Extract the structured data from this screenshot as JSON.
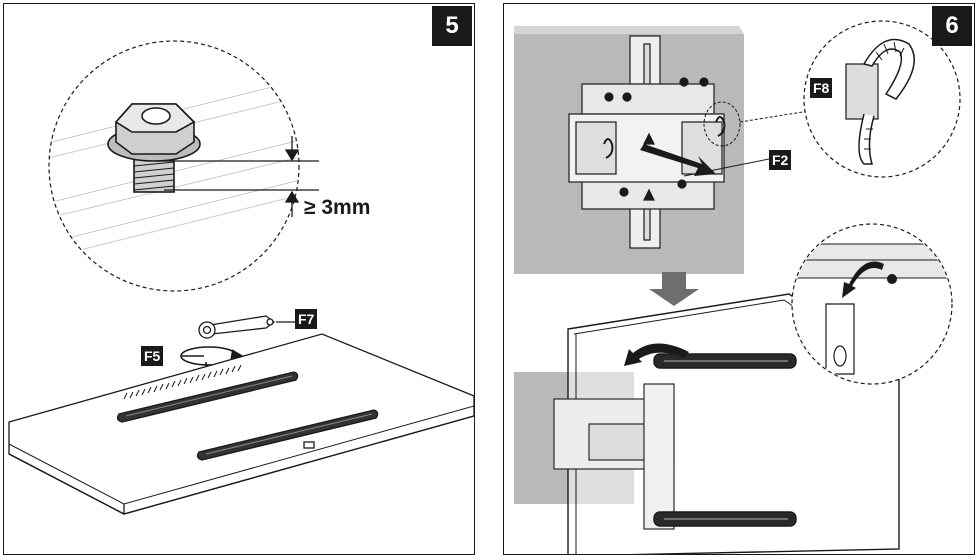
{
  "steps": [
    {
      "number": "5"
    },
    {
      "number": "6"
    }
  ],
  "labels": {
    "f5": "F5",
    "f7": "F7",
    "f2": "F2",
    "f8": "F8"
  },
  "measurement": "≥ 3mm",
  "colors": {
    "ink": "#1a1a1a",
    "wall": "#b9b9b9",
    "wall_dark": "#9a9a9a",
    "arrow_gray": "#6e6e6e",
    "metal": "#e9e9e9"
  },
  "icons": [
    "hex-bolt-icon",
    "rotation-arrow-icon",
    "down-arrow-icon",
    "cable-tie-icon",
    "wrench-icon"
  ]
}
